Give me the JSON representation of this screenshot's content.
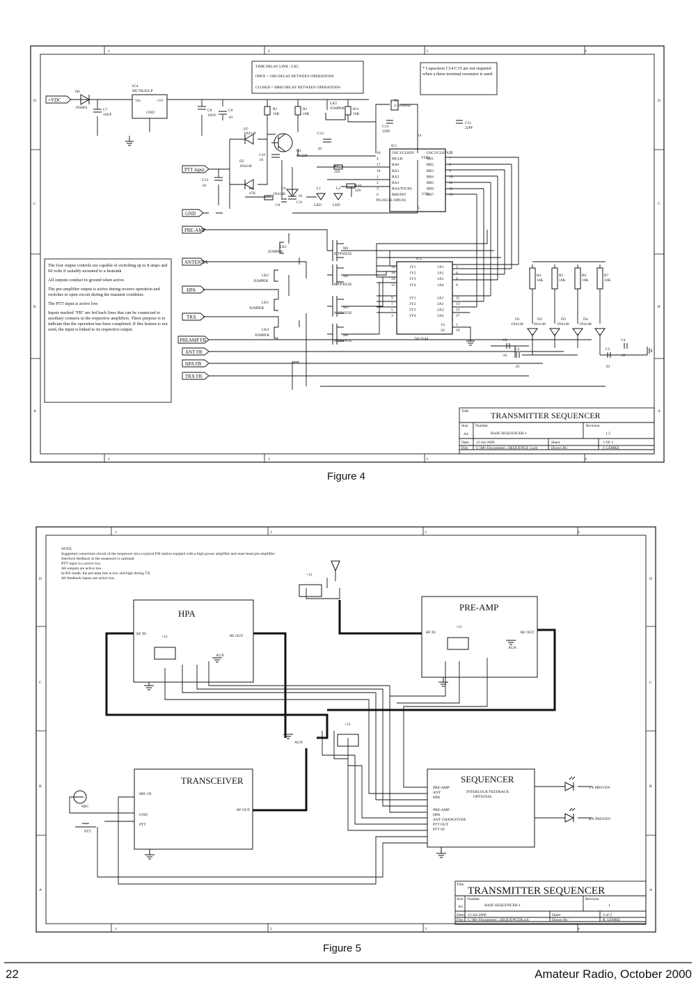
{
  "figure4": {
    "caption": "Figure 4",
    "grid_cols": [
      "1",
      "2",
      "3",
      "4"
    ],
    "grid_rows": [
      "D",
      "C",
      "B",
      "A"
    ],
    "lk5_box": [
      "TIME DELAY LINK - LK5",
      "OPEN = 1MS DELAY BETWEEN OPERATIONS",
      "CLOSED = MMS DELAY BETWEEN OPERATIONS"
    ],
    "cap_note": "* Capacitors C14 C15 are not required when a three terminal resonator is used.",
    "notes": [
      "The four output controls are capable of switching up to 8 amps and 60 volts if suitably mounted to a heatsink",
      "All outputs conduct to ground when active.",
      "The pre-amplifier output is active during receive operation and switches to open circuit during the transmit condition.",
      "The PTT input is active low.",
      "Inputs marked \"FB\" are fed back lines that can be connected to auxiliary contacts in the respective amplifiers. There purpose is to indicate that the operation has been completed. If this feature is not used, the input is linked to its respective output."
    ],
    "ports": [
      "+VDC",
      "PTT input",
      "GND",
      "PRE-AMP",
      "ANTENNA",
      "HPA",
      "TRX",
      "PREAMP FB",
      "ANT FB",
      "HPA FB",
      "TRX FB"
    ],
    "parts": {
      "d6": "D6",
      "d6v": "1N4001",
      "ic4": "IC4",
      "ic4v": "MC78L05CP",
      "vin": "Vin",
      "p5v": "+5V",
      "gnd_pin": "GND",
      "c7": "C7",
      "c7v": "10UF",
      "c8": "C8",
      "c8v": "10UF",
      "c9": "C9",
      "c9v": ".01",
      "r1": "R1",
      "r1v": "10K",
      "r2": "R2",
      "r2v": "10K",
      "lk5": "LK5",
      "lk5v": "JUMPER",
      "r11": "R11",
      "r11v": "10K",
      "x1": "X1",
      "x1v": "4.194MHZ",
      "c14": "C14",
      "c14v": "22PF",
      "c15": "C15",
      "c15v": "22PF",
      "d7": "D7",
      "d7v": "1N4148",
      "d5": "D5",
      "d5v": "1N4148",
      "c10": "C10",
      "c10v": ".01",
      "q1": "Q1",
      "q1v": "BC239",
      "c12": "C12",
      "c12v": ".01",
      "r8": "R8",
      "r8v": "47K",
      "c9b": "C9",
      "c9bv": "1N4148",
      "c11": "C11",
      "c11v": ".01",
      "c13": "C13",
      "c13v": ".01",
      "c6": "C6",
      "r9": "R9",
      "r9v": "220",
      "r10": "R10",
      "r10v": "220",
      "l1": "L1",
      "l2": "L2",
      "led1": "LED",
      "led2": "LED",
      "ic1": "IC1",
      "ic1v": "PIC16C84-10P(18)",
      "ic1_left": [
        "OSC1/CLKIN",
        "MCLR",
        "RA0",
        "RA1",
        "RA2",
        "RA3",
        "RA4/TOCKI",
        "RB0/INT"
      ],
      "ic1_right": [
        "OSC2/CLKOUT",
        "RB1",
        "RB2",
        "RB3",
        "RB4",
        "RB5",
        "RB6",
        "RB7"
      ],
      "ic1_lpins": [
        "16",
        "4",
        "17",
        "18",
        "1",
        "2",
        "3",
        "6"
      ],
      "ic1_rpins": [
        "15",
        "7",
        "8",
        "9",
        "10",
        "11",
        "12",
        "13"
      ],
      "vdd": "VDD",
      "vss": "VSS",
      "pin14": "14",
      "pin5": "5",
      "m1": "M1",
      "m2": "M2",
      "m3": "M3",
      "m4": "M4",
      "mv": "MTP3055E",
      "lk1": "LK1",
      "lk2": "LK2",
      "lk3": "LK3",
      "lk4": "LK4",
      "jumper": "JUMPER",
      "ic2": "IC2",
      "ic2v": "74LS244",
      "ic2_left": [
        "1Y1",
        "1Y2",
        "1Y3",
        "1Y4",
        "2Y1",
        "2Y2",
        "2Y3",
        "2Y4"
      ],
      "ic2_right": [
        "1A1",
        "1A2",
        "1A3",
        "1A4",
        "2A1",
        "2A2",
        "2A3",
        "2A4"
      ],
      "ic2_lpins": [
        "18",
        "16",
        "14",
        "12",
        "9",
        "7",
        "5",
        "3"
      ],
      "ic2_rpins": [
        "2",
        "4",
        "6",
        "8",
        "11",
        "13",
        "15",
        "17"
      ],
      "g1": "1G",
      "g2": "2G",
      "g1p": "1",
      "g2p": "19",
      "r4": "R4",
      "r5": "R5",
      "r6": "R6",
      "r7": "R7",
      "r10k": "10K",
      "d1": "D1",
      "d2": "D2",
      "d3": "D3",
      "d4": "D4",
      "dv": "1N4148",
      "c2": "C2",
      "c3": "C3",
      "c4": "C4",
      "c5": "C5",
      "cv": ".01"
    },
    "title_block": {
      "title_label": "Title",
      "title": "TRANSMITTER SEQUENCER",
      "size_label": "Size",
      "size": "A4",
      "number_label": "Number",
      "number": "RAJE-SEQUENCER-1",
      "rev_label": "Revision",
      "revision": "1.2",
      "date_label": "Date:",
      "date": "12-Jul-2000",
      "sheet_label": "Sheet",
      "sheet": "1 OF 2",
      "file_label": "File:",
      "file": "C:\\My Documents\\..\\SEQUENCE 1.sch",
      "drawn_label": "Drawn By:",
      "drawn": "J. LEMKE"
    }
  },
  "figure5": {
    "caption": "Figure 5",
    "grid_cols": [
      "1",
      "2",
      "3",
      "4"
    ],
    "grid_rows": [
      "D",
      "C",
      "B",
      "A"
    ],
    "notes": [
      "NOTE.",
      "Suggested connection circuit of the sequencer into a typical DX station equiped with a high power amplifier and mast-head pre-amplifier.",
      "Interlock feedback in the sequencer is optional.",
      "PTT input is a active low.",
      "All outputs are active low.",
      "In RX mode, the pre-amp line is low and high during TX",
      "All feedback inputs are active low"
    ],
    "hpa": {
      "title": "HPA",
      "rf_in": "RF IN",
      "rf_out": "RF OUT",
      "v12": "+12",
      "aux": "AUX"
    },
    "preamp": {
      "title": "PRE-AMP",
      "rf_in": "RF IN",
      "rf_out": "RF OUT",
      "v12": "+12",
      "aux": "AUX"
    },
    "transceiver": {
      "title": "TRANSCEIVER",
      "mic_in": "MIC IN",
      "gnd": "GND",
      "ptt": "PTT",
      "rf_out": "RF OUT",
      "mic": "MIC",
      "ptt_sw": "PTT"
    },
    "sequencer": {
      "title": "SEQUENCER",
      "interlock": [
        "INTERLOCK FEEDBACK",
        "OPTIONAL"
      ],
      "pins_top": [
        "PRE-AMP",
        "ANT",
        "HPA"
      ],
      "pins": [
        "PRE-AMP",
        "HPA",
        "ANT CHANGOVER",
        "PTT OUT",
        "PTT IN"
      ]
    },
    "relay_top_v": "+12",
    "relay_mid_v": "+12",
    "aux_mid": "AUX",
    "tx_proven": "TX PROVEN",
    "rx_proven": "RX PROVEN",
    "title_block": {
      "title_label": "Title",
      "title": "TRANSMITTER SEQUENCER",
      "size_label": "Size",
      "size": "A4",
      "number_label": "Number",
      "number": "RAJE-SEQUENCER-1",
      "rev_label": "Revision",
      "revision": "1",
      "date_label": "Date:",
      "date": "15-Jul-2000",
      "sheet_label": "Sheet",
      "sheet": "2 of 2",
      "file_label": "File:",
      "file": "C:\\My Documents\\..\\SEQUENCER.sch",
      "drawn_label": "Drawn By:",
      "drawn": "R. LEMKE"
    }
  },
  "footer": {
    "page": "22",
    "publication": "Amateur Radio, October 2000"
  }
}
